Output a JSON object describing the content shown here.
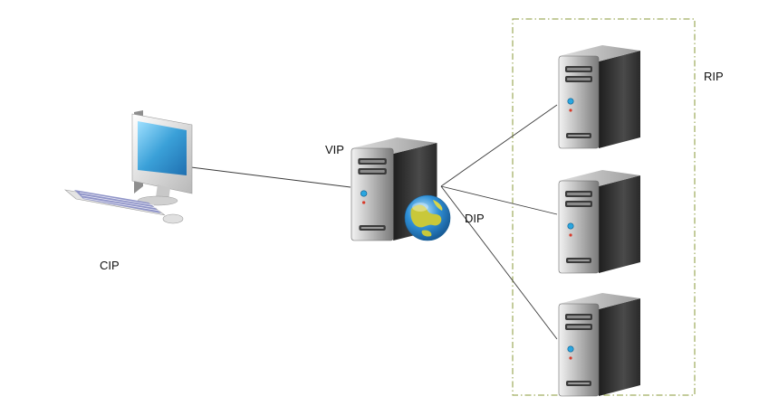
{
  "labels": {
    "client": "CIP",
    "virtual_ip": "VIP",
    "director_ip": "DIP",
    "real_ip": "RIP"
  },
  "nodes": {
    "client": {
      "icon": "desktop-computer-icon"
    },
    "director": {
      "icon": "server-tower-icon",
      "badge_icon": "globe-icon"
    },
    "real_servers": [
      {
        "icon": "server-tower-icon"
      },
      {
        "icon": "server-tower-icon"
      },
      {
        "icon": "server-tower-icon"
      }
    ]
  },
  "colors": {
    "line": "#3a3a3a",
    "group_border": "#8a9a3a",
    "server_dark": "#2b2b2b",
    "server_light": "#d8d8d8",
    "screen_blue": "#3aa0d8",
    "globe_sea": "#2f8fd6",
    "globe_land": "#c9c83a"
  }
}
